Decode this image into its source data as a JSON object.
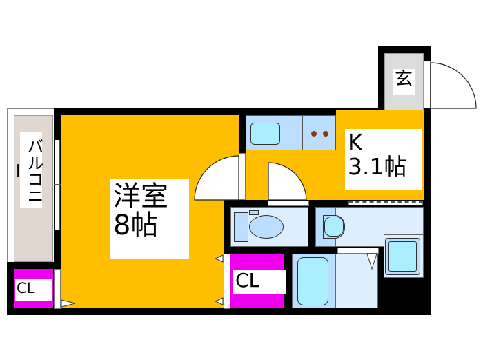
{
  "floor_plan": {
    "rooms": {
      "western_room": {
        "name": "洋室",
        "size": "8帖"
      },
      "kitchen": {
        "name": "K",
        "size": "3.1帖"
      },
      "entrance": {
        "name": "玄"
      },
      "balcony": {
        "name": "バルコニー"
      },
      "closet_1": {
        "name": "CL"
      },
      "closet_2": {
        "name": "CL"
      }
    },
    "colors": {
      "wall": "#000000",
      "room_floor": "#FFBF00",
      "closet": "#EE00EE",
      "wet_area": "#DDEEFF",
      "fixture": "#BBDDFF",
      "fixture_water": "#AAEEFF",
      "entrance_floor": "#DCDCDC",
      "balcony_floor": "#E0D7D0",
      "burner": "#8B3A0E"
    }
  }
}
